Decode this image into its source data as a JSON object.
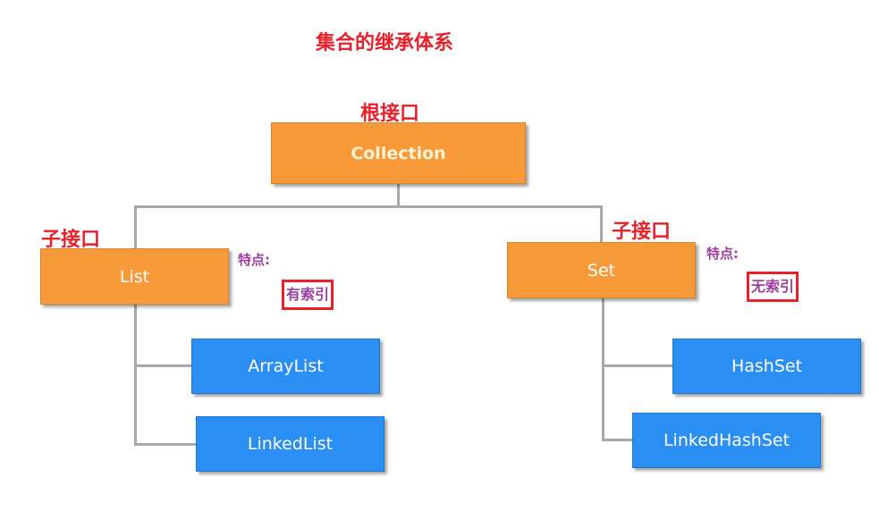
{
  "title": "集合的继承体系",
  "labels": {
    "root_interface": "根接口",
    "sub_interface_left": "子接口",
    "sub_interface_right": "子接口",
    "feature_left": "特点:",
    "feature_right": "特点:",
    "indexed": "有索引",
    "no_index": "无索引"
  },
  "nodes": {
    "collection": "Collection",
    "list": "List",
    "set": "Set",
    "arraylist": "ArrayList",
    "linkedlist": "LinkedList",
    "hashset": "HashSet",
    "linkedhashset": "LinkedHashSet"
  },
  "colors": {
    "interface_fill": "#f89a3a",
    "class_fill": "#2b8ef2",
    "annotation_red": "#e8202a",
    "annotation_purple": "#9a3fa0",
    "connector": "#a8a8a8"
  }
}
